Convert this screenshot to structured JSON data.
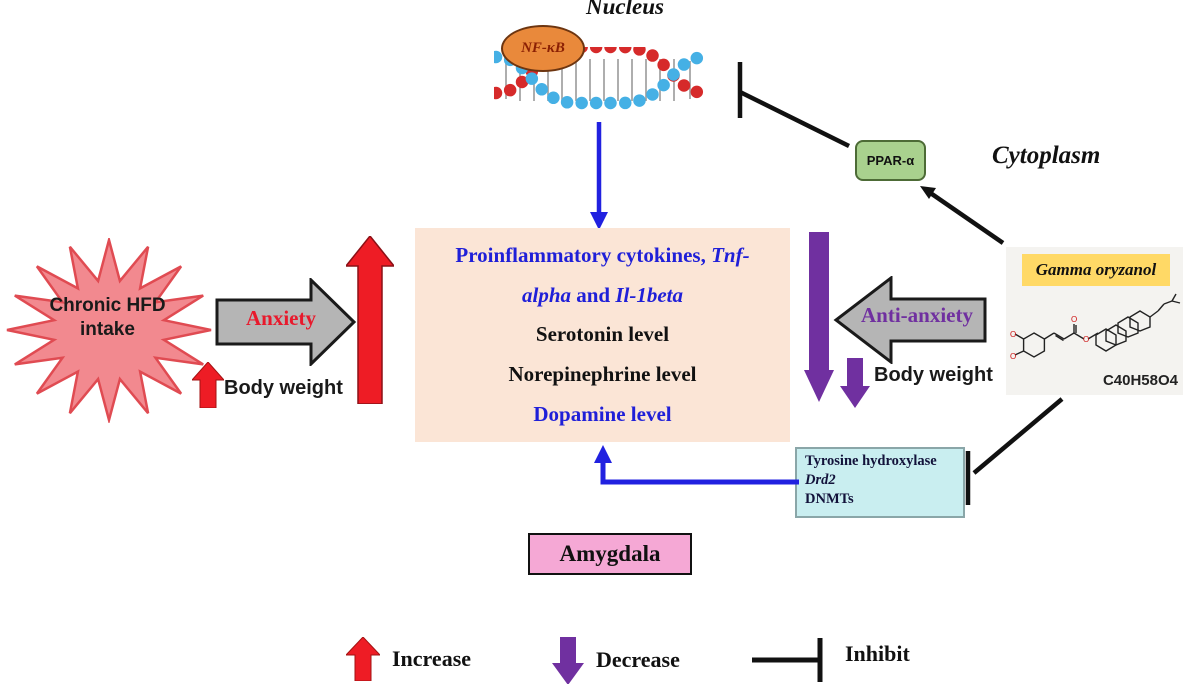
{
  "labels": {
    "nucleus": "Nucleus",
    "cytoplasm": "Cytoplasm",
    "nfkb": "NF-κB",
    "ppar": "PPAR-α"
  },
  "starburst": {
    "line1": "Chronic HFD",
    "line2": "intake"
  },
  "arrows": {
    "anxiety": "Anxiety",
    "anti_anxiety": "Anti-anxiety"
  },
  "body_weight": {
    "left": "Body weight",
    "right": "Body weight"
  },
  "central_box": {
    "line1a": "Proinflammatory cytokines, ",
    "line1b": "Tnf-",
    "line2a": "alpha",
    "line2b": " and ",
    "line2c": "Il-1beta",
    "line3": "Serotonin level",
    "line4": "Norepinephrine level",
    "line5": "Dopamine level"
  },
  "gamma": {
    "label": "Gamma oryzanol",
    "formula": "C40H58O4"
  },
  "tyrosine_box": {
    "line1": "Tyrosine hydroxylase",
    "line2": "Drd2",
    "line3": "DNMTs"
  },
  "amygdala": "Amygdala",
  "legend": {
    "increase": "Increase",
    "decrease": "Decrease",
    "inhibit": "Inhibit"
  },
  "colors": {
    "red": "#ee1c25",
    "purple": "#7030a0",
    "blue_arrow": "#2121e0",
    "blue_text": "#1f1fd8",
    "arrow_gray": "#b5b5b5",
    "box_peach": "#fbe5d6",
    "ppar_green": "#a9d18e",
    "label_yellow": "#ffd966",
    "tyrosine_cyan": "#c9eef0",
    "amygdala_pink": "#f5a8d5",
    "starburst_pink": "#f2898f",
    "nfkb_orange": "#e9893b"
  }
}
